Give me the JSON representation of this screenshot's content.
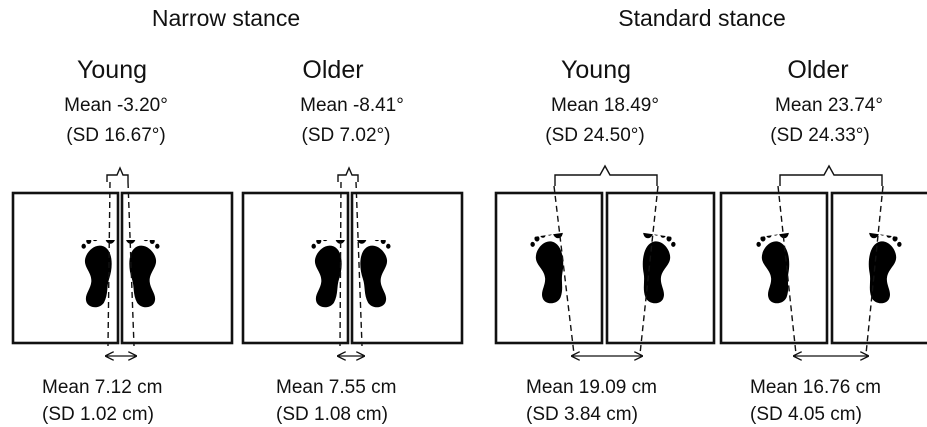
{
  "stances": [
    {
      "title": "Narrow stance",
      "groups": [
        {
          "name": "Young",
          "angle_mean": "Mean -3.20°",
          "angle_sd": "(SD 16.67°)",
          "width_mean": "Mean 7.12 cm",
          "width_sd": "(SD 1.02 cm)"
        },
        {
          "name": "Older",
          "angle_mean": "Mean -8.41°",
          "angle_sd": "(SD 7.02°)",
          "width_mean": "Mean 7.55 cm",
          "width_sd": "(SD 1.08 cm)"
        }
      ]
    },
    {
      "title": "Standard stance",
      "groups": [
        {
          "name": "Young",
          "angle_mean": "Mean 18.49°",
          "angle_sd": "(SD 24.50°)",
          "width_mean": "Mean 19.09 cm",
          "width_sd": "(SD 3.84 cm)"
        },
        {
          "name": "Older",
          "angle_mean": "Mean 23.74°",
          "angle_sd": "(SD 24.33°)",
          "width_mean": "Mean 16.76 cm",
          "width_sd": "(SD 4.05 cm)"
        }
      ]
    }
  ]
}
